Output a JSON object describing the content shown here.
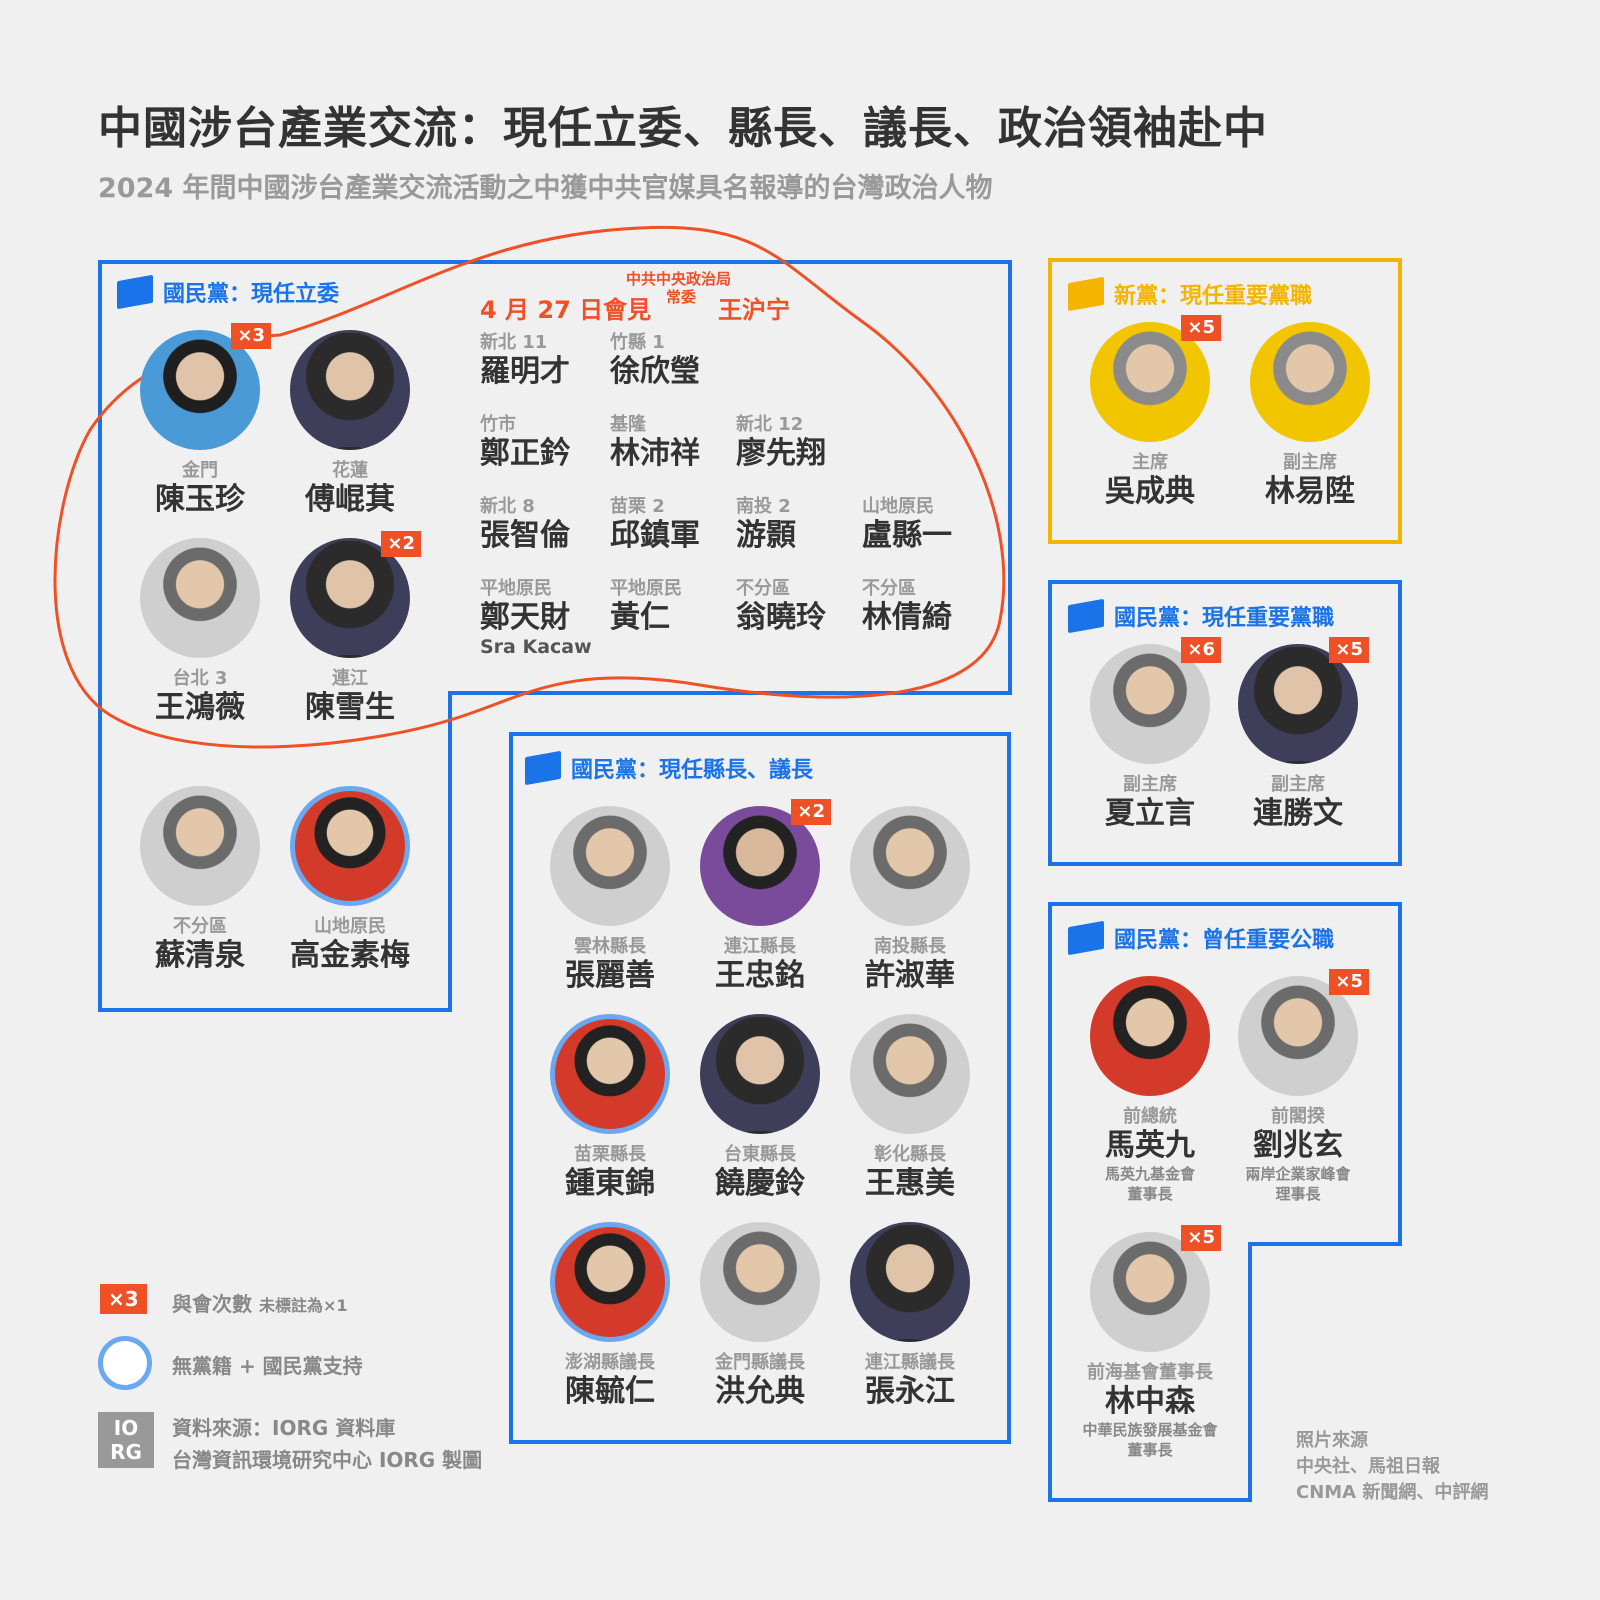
{
  "title": "中國涉台產業交流：現任立委、縣長、議長、政治領袖赴中",
  "subtitle": "2024 年間中國涉台產業交流活動之中獲中共官媒具名報導的台灣政治人物",
  "kmt_legislators": {
    "header": "國民黨：現任立委",
    "meeting": {
      "date_text": "4 月 27 日會見",
      "org_line1": "中共中央政治局",
      "org_line2": "常委",
      "person": "王沪宁"
    },
    "people": [
      {
        "role": "金門",
        "name": "陳玉珍",
        "badge": "×3"
      },
      {
        "role": "花蓮",
        "name": "傅崐萁",
        "badge": ""
      },
      {
        "role": "台北 3",
        "name": "王鴻薇",
        "badge": ""
      },
      {
        "role": "連江",
        "name": "陳雪生",
        "badge": "×2"
      },
      {
        "role": "不分區",
        "name": "蘇清泉",
        "badge": ""
      },
      {
        "role": "山地原民",
        "name": "高金素梅",
        "badge": ""
      }
    ],
    "text_people": [
      {
        "role": "新北 11",
        "name": "羅明才"
      },
      {
        "role": "竹縣 1",
        "name": "徐欣瑩"
      },
      {
        "role": "竹市",
        "name": "鄭正鈐"
      },
      {
        "role": "基隆",
        "name": "林沛祥"
      },
      {
        "role": "新北 12",
        "name": "廖先翔"
      },
      {
        "role": "新北 8",
        "name": "張智倫"
      },
      {
        "role": "苗栗 2",
        "name": "邱鎮軍"
      },
      {
        "role": "南投 2",
        "name": "游顥"
      },
      {
        "role": "山地原民",
        "name": "盧縣一"
      },
      {
        "role": "平地原民",
        "name": "鄭天財",
        "sub": "Sra Kacaw"
      },
      {
        "role": "平地原民",
        "name": "黃仁"
      },
      {
        "role": "不分區",
        "name": "翁曉玲"
      },
      {
        "role": "不分區",
        "name": "林倩綺"
      }
    ]
  },
  "kmt_county": {
    "header": "國民黨：現任縣長、議長",
    "people": [
      {
        "role": "雲林縣長",
        "name": "張麗善",
        "badge": ""
      },
      {
        "role": "連江縣長",
        "name": "王忠銘",
        "badge": "×2"
      },
      {
        "role": "南投縣長",
        "name": "許淑華",
        "badge": ""
      },
      {
        "role": "苗栗縣長",
        "name": "鍾東錦",
        "badge": ""
      },
      {
        "role": "台東縣長",
        "name": "饒慶鈴",
        "badge": ""
      },
      {
        "role": "彰化縣長",
        "name": "王惠美",
        "badge": ""
      },
      {
        "role": "澎湖縣議長",
        "name": "陳毓仁",
        "badge": ""
      },
      {
        "role": "金門縣議長",
        "name": "洪允典",
        "badge": ""
      },
      {
        "role": "連江縣議長",
        "name": "張永江",
        "badge": ""
      }
    ]
  },
  "new_party": {
    "header": "新黨：現任重要黨職",
    "people": [
      {
        "role": "主席",
        "name": "吳成典",
        "badge": "×5"
      },
      {
        "role": "副主席",
        "name": "林易陞",
        "badge": ""
      }
    ]
  },
  "kmt_party": {
    "header": "國民黨：現任重要黨職",
    "people": [
      {
        "role": "副主席",
        "name": "夏立言",
        "badge": "×6"
      },
      {
        "role": "副主席",
        "name": "連勝文",
        "badge": "×5"
      }
    ]
  },
  "kmt_former": {
    "header": "國民黨：曾任重要公職",
    "people": [
      {
        "role": "前總統",
        "name": "馬英九",
        "badge": "",
        "note1": "馬英九基金會",
        "note2": "董事長"
      },
      {
        "role": "前閣揆",
        "name": "劉兆玄",
        "badge": "×5",
        "note1": "兩岸企業家峰會",
        "note2": "理事長"
      },
      {
        "role": "前海基會董事長",
        "name": "林中森",
        "badge": "×5",
        "note1": "中華民族發展基金會",
        "note2": "董事長"
      }
    ]
  },
  "legend": {
    "badge": "×3",
    "count_label": "與會次數",
    "count_note": "未標註為×1",
    "circle_label": "無黨籍 + 國民黨支持",
    "logo_line1": "IO",
    "logo_line2": "RG",
    "source1": "資料來源：IORG 資料庫",
    "source2": "台灣資訊環境研究中心 IORG 製圖"
  },
  "photo_credit": {
    "line1": "照片來源",
    "line2": "中央社、馬祖日報",
    "line3": "CNMA 新聞網、中評網"
  },
  "colors": {
    "kmt_blue": "#1a73e8",
    "new_party_yellow": "#f5b400",
    "accent_red": "#f05025",
    "nonpartisan_ring": "#6aa8f0"
  }
}
